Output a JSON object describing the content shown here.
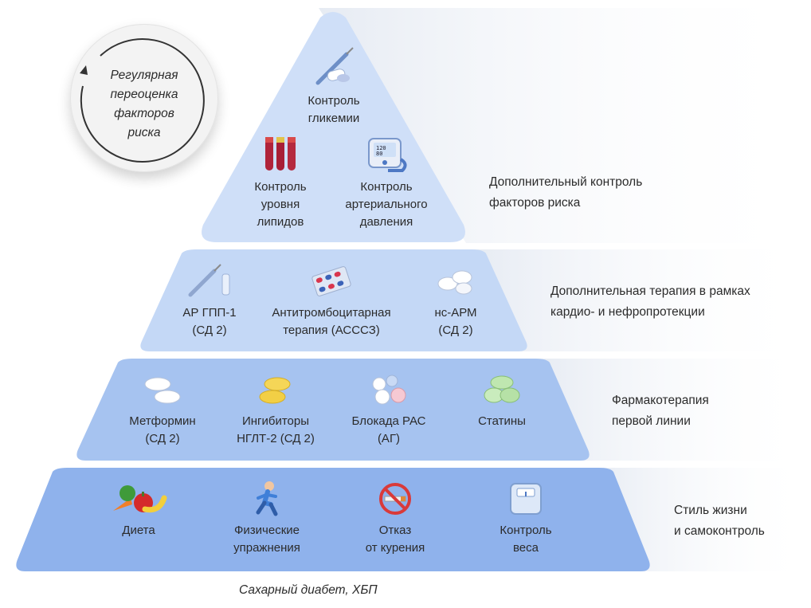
{
  "cycle": {
    "text": "Регулярная\nпереоценка\nфакторов\nриска",
    "icon": "cycle-arrow-icon"
  },
  "tiers": [
    {
      "id": "top",
      "color": "#cfdff8",
      "side_label": "Дополнительный контроль\nфакторов риска",
      "items": [
        {
          "label": "Контроль\nгликемии",
          "icon": "glucose-syringe-icon"
        },
        {
          "label": "Контроль\nуровня\nлипидов",
          "icon": "blood-tubes-icon"
        },
        {
          "label": "Контроль\nартериального\nдавления",
          "icon": "blood-pressure-monitor-icon"
        }
      ]
    },
    {
      "id": "second",
      "color": "#c4d8f6",
      "side_label": "Дополнительная терапия в рамках\nкардио- и нефропротекции",
      "items": [
        {
          "label": "АР ГПП-1\n(СД 2)",
          "icon": "injection-pen-icon"
        },
        {
          "label": "Антитромбоцитарная\nтерапия (АСССЗ)",
          "icon": "blister-pack-icon"
        },
        {
          "label": "нс-АРМ\n(СД 2)",
          "icon": "white-pills-icon"
        }
      ]
    },
    {
      "id": "third",
      "color": "#a6c3f0",
      "side_label": "Фармакотерапия\nпервой линии",
      "items": [
        {
          "label": "Метформин\n(СД 2)",
          "icon": "white-tablets-icon"
        },
        {
          "label": "Ингибиторы\nНГЛТ-2 (СД 2)",
          "icon": "yellow-tablets-icon"
        },
        {
          "label": "Блокада РАС\n(АГ)",
          "icon": "mixed-pills-icon"
        },
        {
          "label": "Статины",
          "icon": "green-tablets-icon"
        }
      ]
    },
    {
      "id": "base",
      "color": "#8fb2ec",
      "side_label": "Стиль жизни\nи самоконтроль",
      "items": [
        {
          "label": "Диета",
          "icon": "vegetables-icon"
        },
        {
          "label": "Физические\nупражнения",
          "icon": "running-person-icon"
        },
        {
          "label": "Отказ\nот курения",
          "icon": "no-smoking-icon"
        },
        {
          "label": "Контроль\nвеса",
          "icon": "scale-icon"
        }
      ]
    }
  ],
  "caption": "Сахарный диабет, ХБП"
}
